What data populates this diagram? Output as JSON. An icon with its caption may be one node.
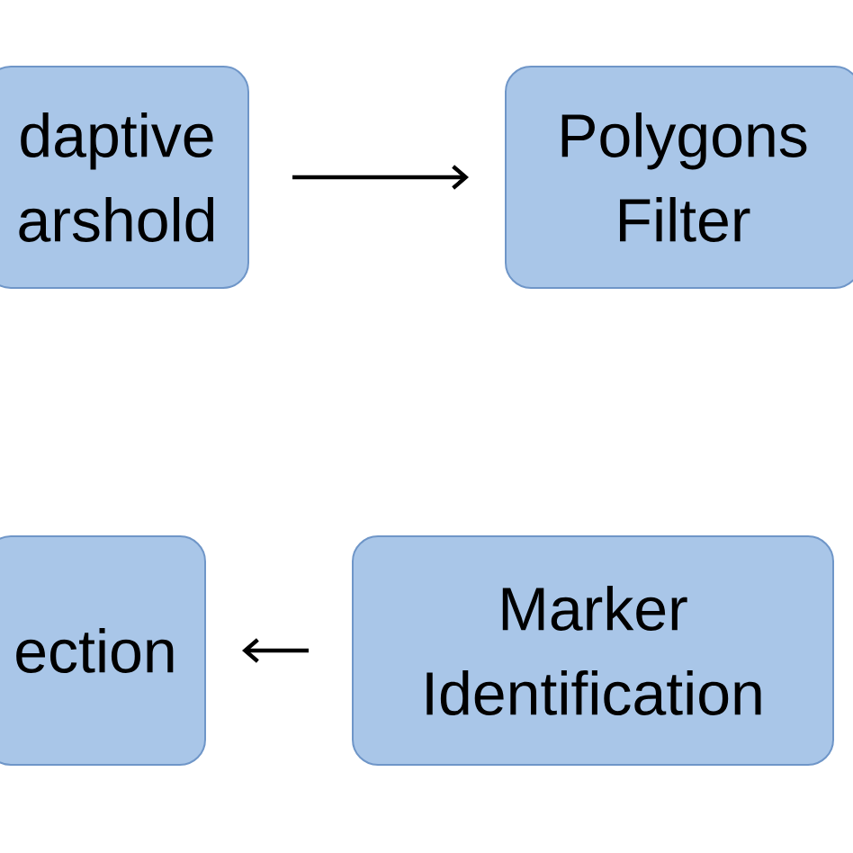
{
  "diagram": {
    "nodes": [
      {
        "text": [
          "daptive arshold"
        ]
      },
      {
        "text": [
          "Polygons Filter"
        ]
      },
      {
        "text": [
          "ection"
        ]
      },
      {
        "text": [
          "Marker Identification"
        ]
      }
    ],
    "edges": [
      {
        "from": 0,
        "to": 1,
        "arrow": "to"
      },
      {
        "from": 3,
        "to": 2,
        "arrow": "to"
      }
    ]
  }
}
